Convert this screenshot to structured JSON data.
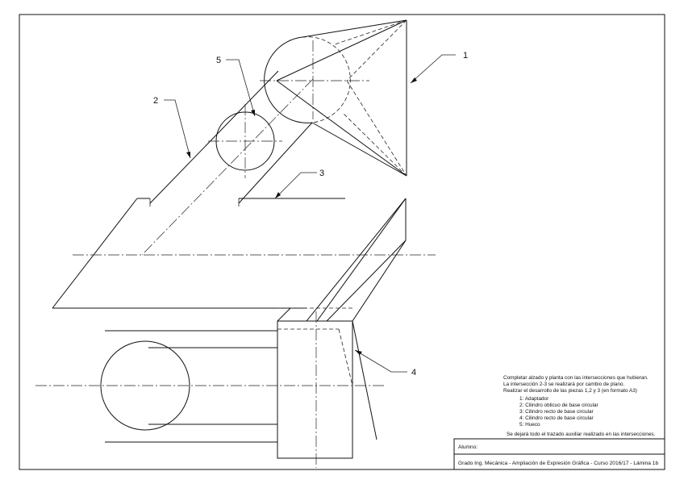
{
  "labels": {
    "part_1": "1",
    "part_2": "2",
    "part_3": "3",
    "part_4": "4",
    "part_5": "5"
  },
  "instructions": {
    "line1": "Completar alzado y planta con las intersecciones que hubieran.",
    "line2": "La intersección 2-3 se realizará por cambio de plano.",
    "line3": "Realizar el desarrollo de las piezas 1,2 y 3 (en formato A3)",
    "legend": [
      "1: Adaptador",
      "2: Cilindro oblicuo de base circular",
      "3: Cilindro recto de base circular",
      "4: Cilindro recto de base circular",
      "5: Hueco"
    ],
    "footer_note": "Se dejará todo el trazado auxiliar realizado en las intersecciones."
  },
  "title_block": {
    "student_label": "Alumno:",
    "course_line": "Grado Ing. Mecánica - Ampliación de Expresión Gráfica - Curso 2016/17 - Lámina 1b"
  }
}
